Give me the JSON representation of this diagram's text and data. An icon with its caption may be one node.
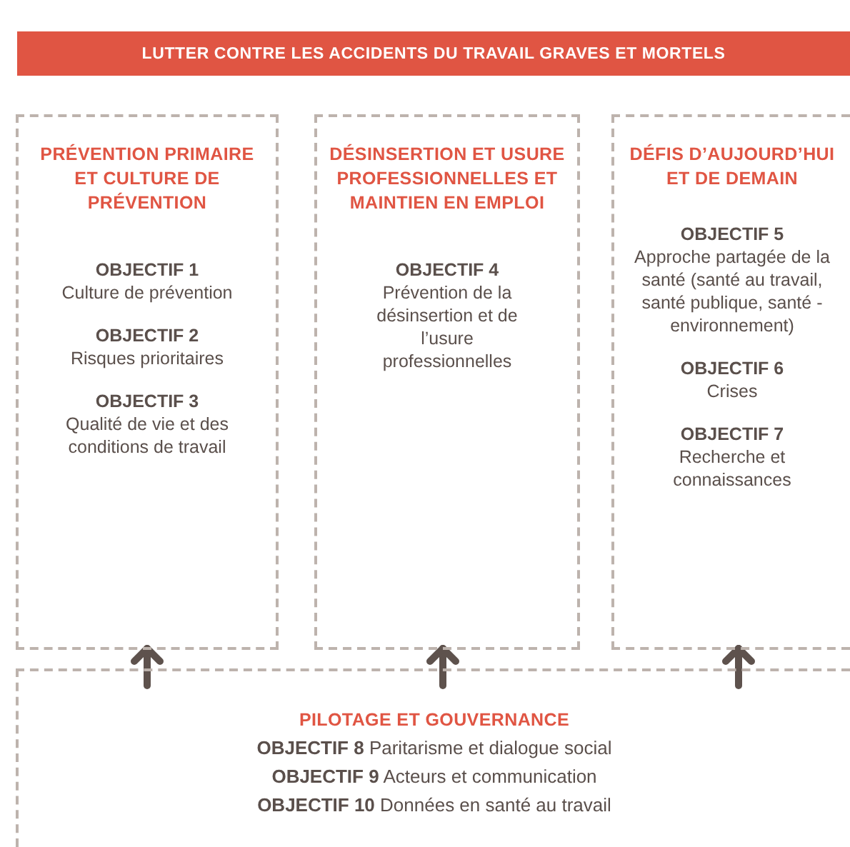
{
  "diagram": {
    "nodes": [
      {
        "text": [
          "LUTTER CONTRE LES ACCIDENTS DU TRAVAIL GRAVES ET MORTELS"
        ]
      },
      {
        "text": [
          "PRÉVENTION PRIMAIRE ET CULTURE DE PRÉVENTION",
          "OBJECTIF 1",
          "Culture de prévention",
          "OBJECTIF 2",
          "Risques prioritaires",
          "OBJECTIF 3",
          "Qualité de vie et des conditions de travail"
        ]
      },
      {
        "text": [
          "DÉSINSERTION ET USURE PROFESSIONNELLES ET MAINTIEN EN EMPLOI",
          "OBJECTIF 4",
          "Prévention de la désinsertion et de l’usure professionnelles"
        ]
      },
      {
        "text": [
          "DÉFIS D’AUJOURD’HUI ET DE DEMAIN",
          "OBJECTIF 5",
          "Approche partagée de la santé (santé au travail, santé publique, santé - environnement)",
          "OBJECTIF 6",
          "Crises",
          "OBJECTIF 7",
          "Recherche et connaissances"
        ]
      },
      {
        "text": [
          "PILOTAGE ET GOUVERNANCE",
          "**OBJECTIF 8** Paritarisme et dialogue social",
          "**OBJECTIF 9** Acteurs et communication",
          "**OBJECTIF 10** Données en santé au travail"
        ]
      }
    ],
    "edges": [
      {
        "from": 4,
        "to": 1,
        "arrow": "to"
      },
      {
        "from": 4,
        "to": 2,
        "arrow": "to"
      },
      {
        "from": 4,
        "to": 3,
        "arrow": "to"
      }
    ]
  }
}
